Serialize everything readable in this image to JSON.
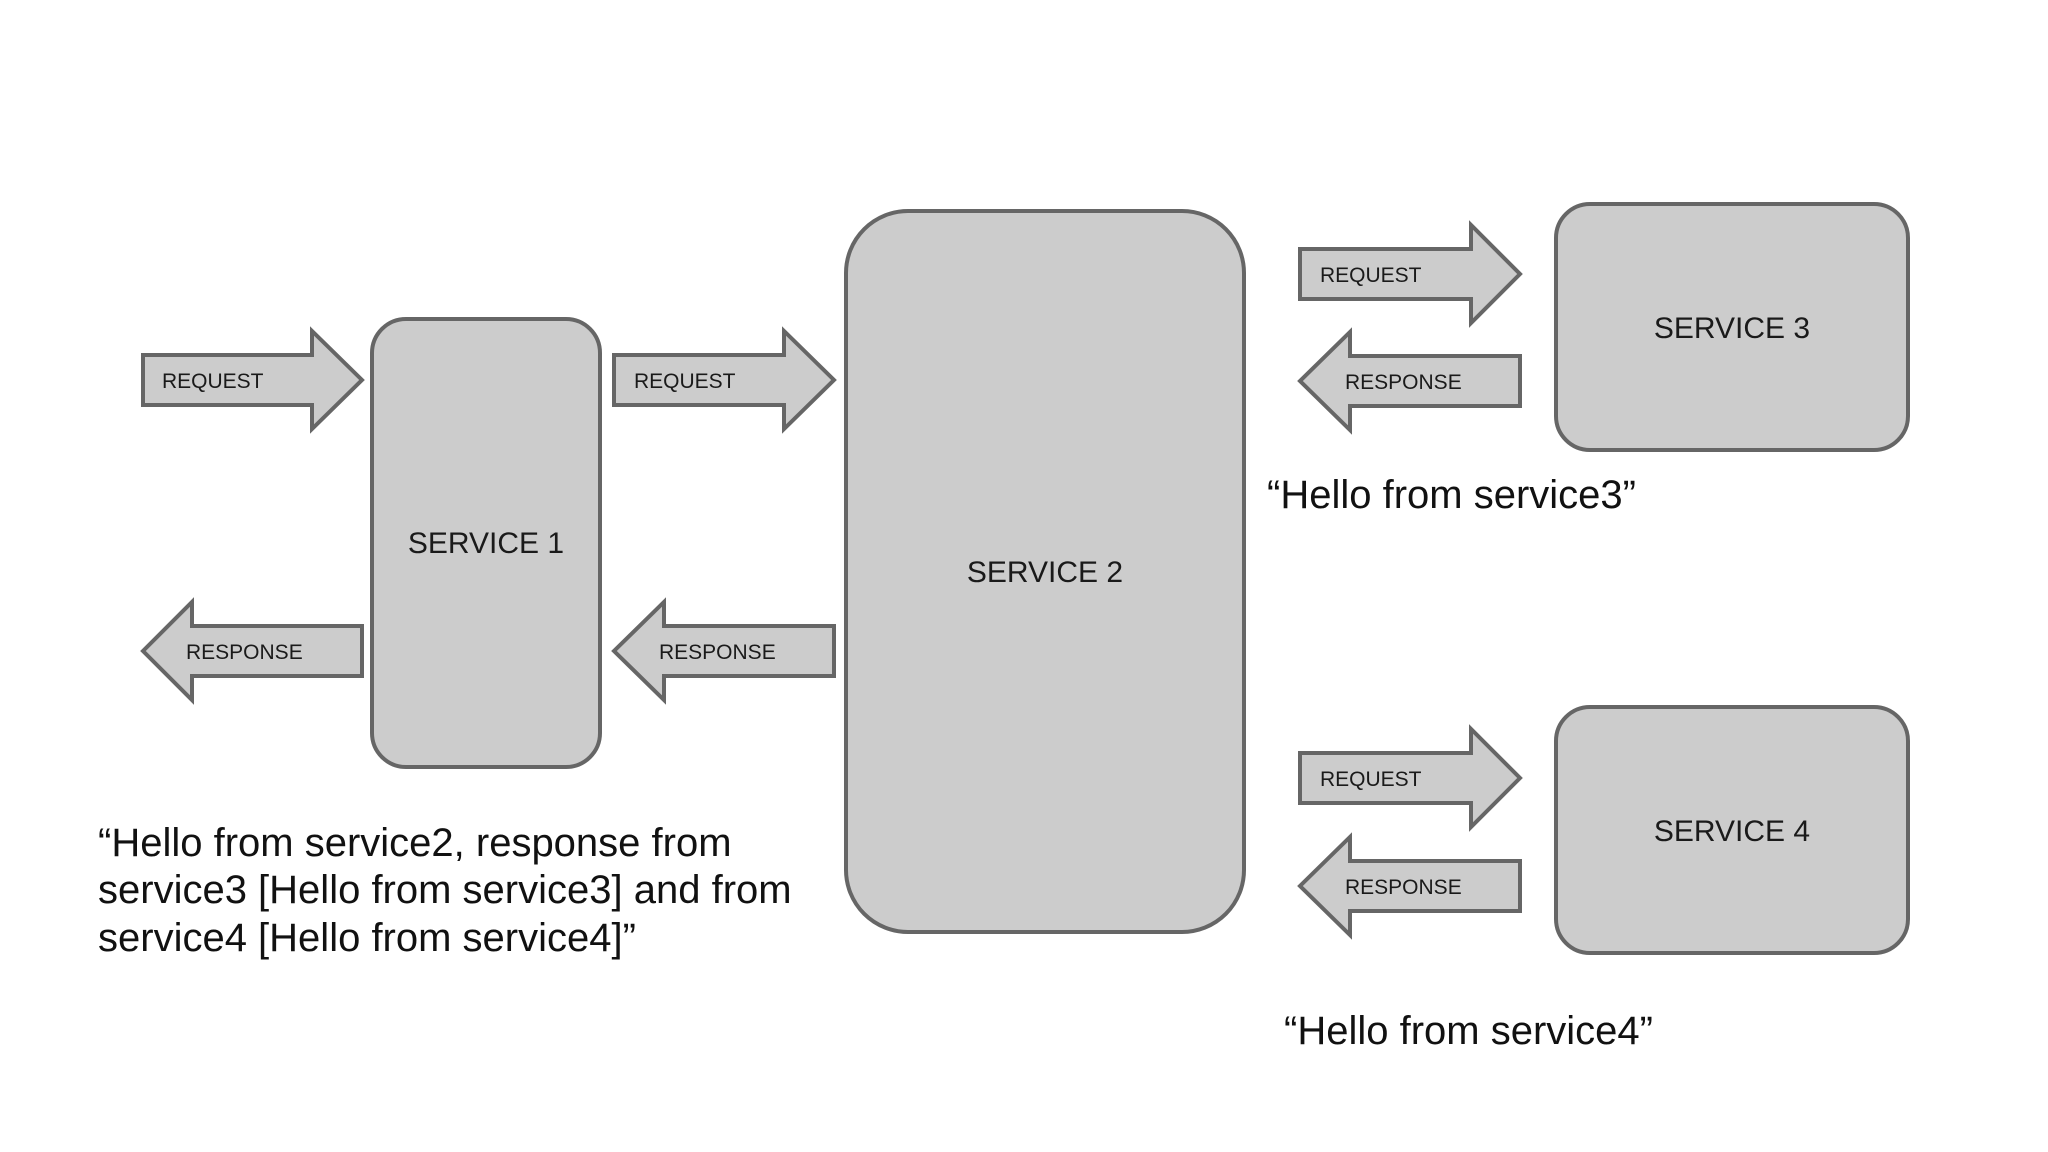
{
  "colors": {
    "shape_fill": "#cccccc",
    "shape_stroke": "#666666",
    "text": "#1a1a1a",
    "background": "#ffffff"
  },
  "services": {
    "s1": "SERVICE 1",
    "s2": "SERVICE 2",
    "s3": "SERVICE 3",
    "s4": "SERVICE 4"
  },
  "arrows": {
    "request": "REQUEST",
    "response": "RESPONSE"
  },
  "notes": {
    "service3": "“Hello from service3”",
    "service4": "“Hello from service4”",
    "service2_lines": [
      "“Hello from service2, response from",
      "service3 [Hello from service3] and from",
      "service4 [Hello from service4]”"
    ]
  }
}
